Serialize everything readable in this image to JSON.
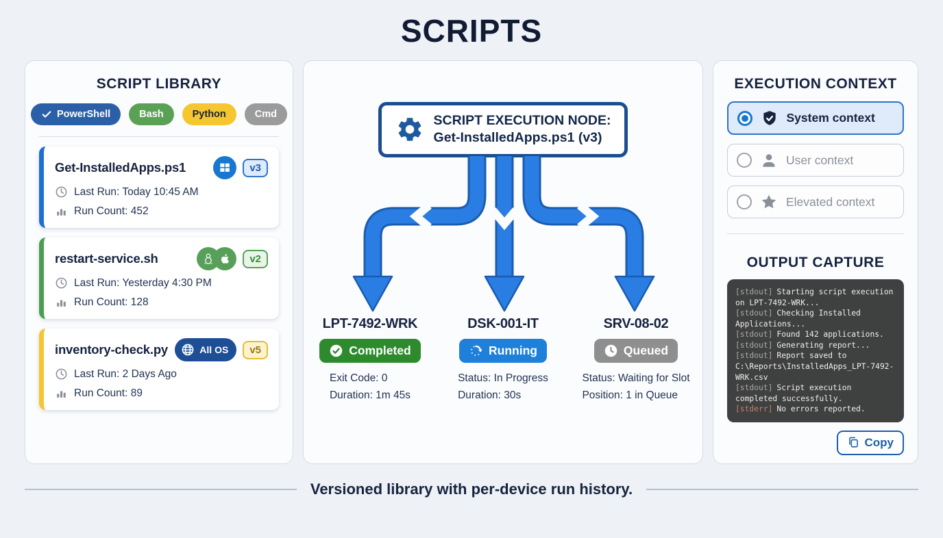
{
  "page": {
    "title": "SCRIPTS",
    "footer": "Versioned library with per-device run history."
  },
  "library": {
    "title": "SCRIPT LIBRARY",
    "filters": [
      {
        "label": "PowerShell",
        "active": true
      },
      {
        "label": "Bash",
        "active": false
      },
      {
        "label": "Python",
        "active": false
      },
      {
        "label": "Cmd",
        "active": false
      }
    ],
    "cards": [
      {
        "name": "Get-InstalledApps.ps1",
        "version": "v3",
        "last_run": "Last Run: Today 10:45 AM",
        "run_count": "Run Count: 452"
      },
      {
        "name": "restart-service.sh",
        "version": "v2",
        "last_run": "Last Run: Yesterday 4:30 PM",
        "run_count": "Run Count: 128"
      },
      {
        "name": "inventory-check.py",
        "version": "v5",
        "os_label": "All OS",
        "last_run": "Last Run: 2 Days Ago",
        "run_count": "Run Count: 89"
      }
    ]
  },
  "execution": {
    "node_title": "SCRIPT EXECUTION NODE:",
    "node_subtitle": "Get-InstalledApps.ps1 (v3)",
    "devices": [
      {
        "name": "LPT-7492-WRK",
        "status": "Completed",
        "line1": "Exit Code: 0",
        "line2": "Duration: 1m 45s"
      },
      {
        "name": "DSK-001-IT",
        "status": "Running",
        "line1": "Status: In Progress",
        "line2": "Duration: 30s"
      },
      {
        "name": "SRV-08-02",
        "status": "Queued",
        "line1": "Status: Waiting for Slot",
        "line2": "Position: 1 in Queue"
      }
    ]
  },
  "context": {
    "title": "EXECUTION CONTEXT",
    "options": [
      {
        "label": "System context",
        "selected": true
      },
      {
        "label": "User context",
        "selected": false
      },
      {
        "label": "Elevated context",
        "selected": false
      }
    ]
  },
  "output": {
    "title": "OUTPUT CAPTURE",
    "copy_label": "Copy",
    "lines": [
      {
        "tag": "[stdout]",
        "text": "Starting script execution on LPT-7492-WRK..."
      },
      {
        "tag": "[stdout]",
        "text": "Checking Installed Applications..."
      },
      {
        "tag": "[stdout]",
        "text": "Found 142 applications."
      },
      {
        "tag": "[stdout]",
        "text": "Generating report..."
      },
      {
        "tag": "[stdout]",
        "text": "Report saved to C:\\Reports\\InstalledApps_LPT-7492-WRK.csv"
      },
      {
        "tag": "[stdout]",
        "text": "Script execution completed successfully."
      },
      {
        "tag": "[stderr]",
        "text": "No errors reported."
      }
    ]
  },
  "colors": {
    "powershell_chip": "#2b5fa8",
    "bash_chip": "#5ba155",
    "python_chip": "#f5c62f",
    "cmd_chip": "#9b9b9b",
    "card_accent_blue": "#1d6fd1",
    "card_accent_green": "#4a9e4e",
    "card_accent_yellow": "#f5c62f",
    "status_completed": "#2e8b2d",
    "status_running": "#1e80da",
    "status_queued": "#8f8f8f",
    "arrow_blue": "#2a7de2",
    "node_border": "#1b4d8f",
    "selected_option_bg": "#dfeafa",
    "terminal_bg": "#3f4040",
    "stderr_text": "#c87f6d"
  }
}
